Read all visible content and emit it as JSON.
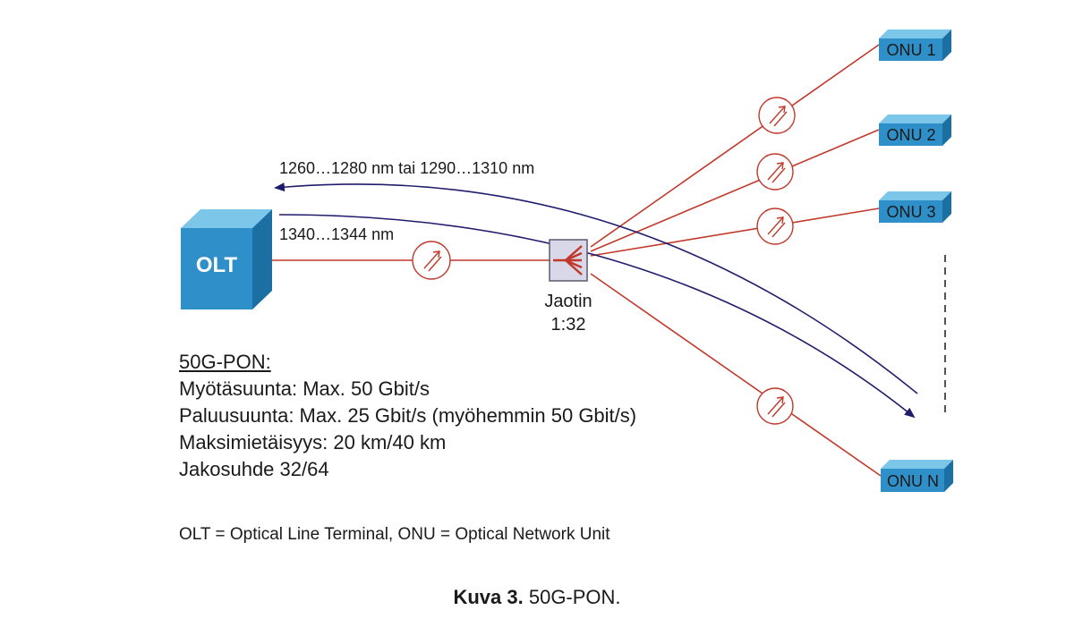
{
  "olt": {
    "label": "OLT"
  },
  "splitter": {
    "name": "Jaotin",
    "ratio": "1:32"
  },
  "onus": [
    {
      "label": "ONU 1"
    },
    {
      "label": "ONU 2"
    },
    {
      "label": "ONU 3"
    },
    {
      "label": "ONU N"
    }
  ],
  "wavelengths": {
    "upstream": "1260…1280 nm tai 1290…1310 nm",
    "downstream": "1340…1344 nm"
  },
  "specs": {
    "heading": "50G-PON:",
    "lines": [
      "Myötäsuunta: Max. 50 Gbit/s",
      "Paluusuunta: Max. 25 Gbit/s (myöhemmin 50 Gbit/s)",
      "Maksimietäisyys: 20 km/40 km",
      "Jakosuhde 32/64"
    ]
  },
  "legend": "OLT = Optical Line Terminal, ONU = Optical Network Unit",
  "caption": {
    "prefix": "Kuva 3.",
    "text": "50G-PON."
  },
  "colors": {
    "box": "#2f8fc9",
    "fiber": "#c0392b",
    "arrow": "#1f1d6b"
  }
}
